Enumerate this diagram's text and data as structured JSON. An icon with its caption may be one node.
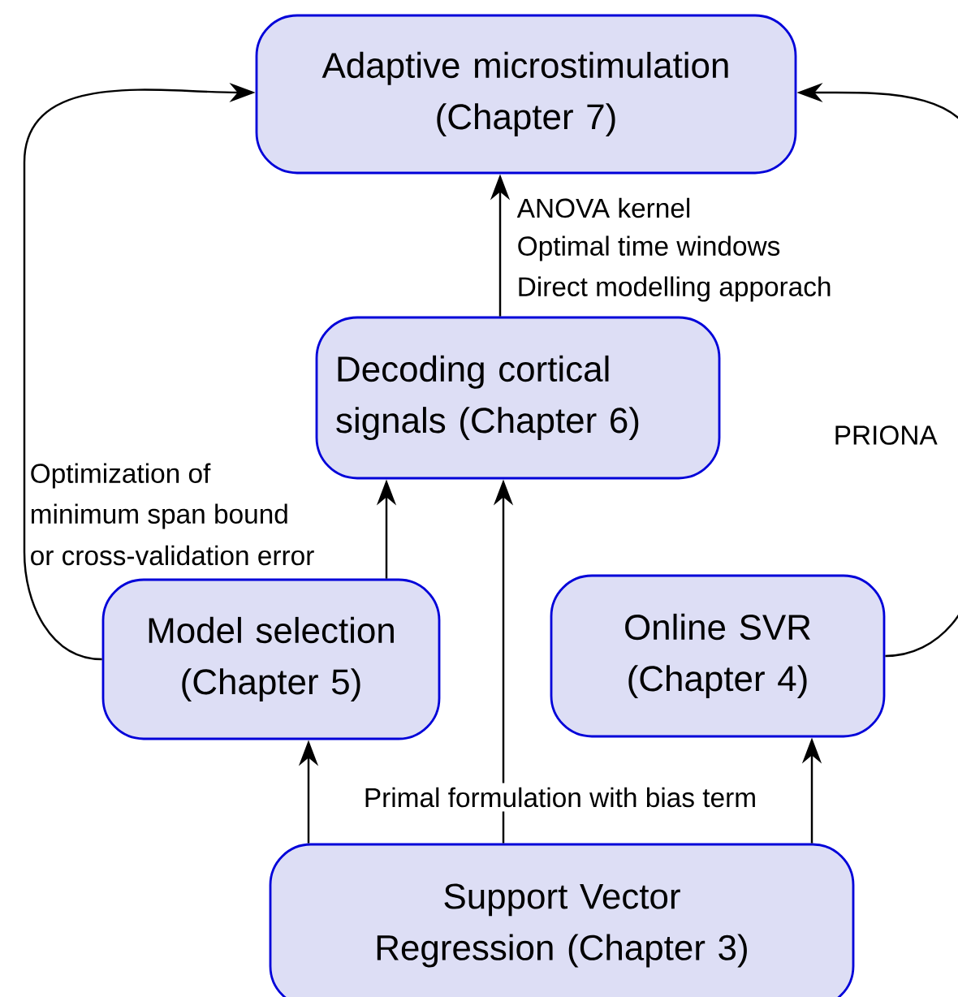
{
  "diagram": {
    "nodes": [
      {
        "text": [
          "Adaptive microstimulation (Chapter 7)"
        ]
      },
      {
        "text": [
          "Decoding cortical signals (Chapter 6)"
        ]
      },
      {
        "text": [
          "Model selection (Chapter 5)"
        ]
      },
      {
        "text": [
          "Online SVR (Chapter 4)"
        ]
      },
      {
        "text": [
          "Support Vector Regression (Chapter 3)"
        ]
      }
    ],
    "edges": [
      {
        "from": 1,
        "to": 0,
        "arrow": "to"
      },
      {
        "from": 2,
        "to": 1,
        "arrow": "to"
      },
      {
        "from": 4,
        "to": 1,
        "arrow": "to",
        "label": "Primal formulation with bias term"
      },
      {
        "from": 4,
        "to": 2,
        "arrow": "to"
      },
      {
        "from": 4,
        "to": 3,
        "arrow": "to"
      },
      {
        "from": 2,
        "to": 0,
        "arrow": "to"
      },
      {
        "from": 3,
        "to": 0,
        "arrow": "to"
      }
    ],
    "labels": [
      "ANOVA kernel",
      "Optimal time windows",
      "Direct modelling apporach",
      "PRIONA",
      "Optimization of",
      "minimum span bound",
      "or cross-validation error"
    ]
  }
}
